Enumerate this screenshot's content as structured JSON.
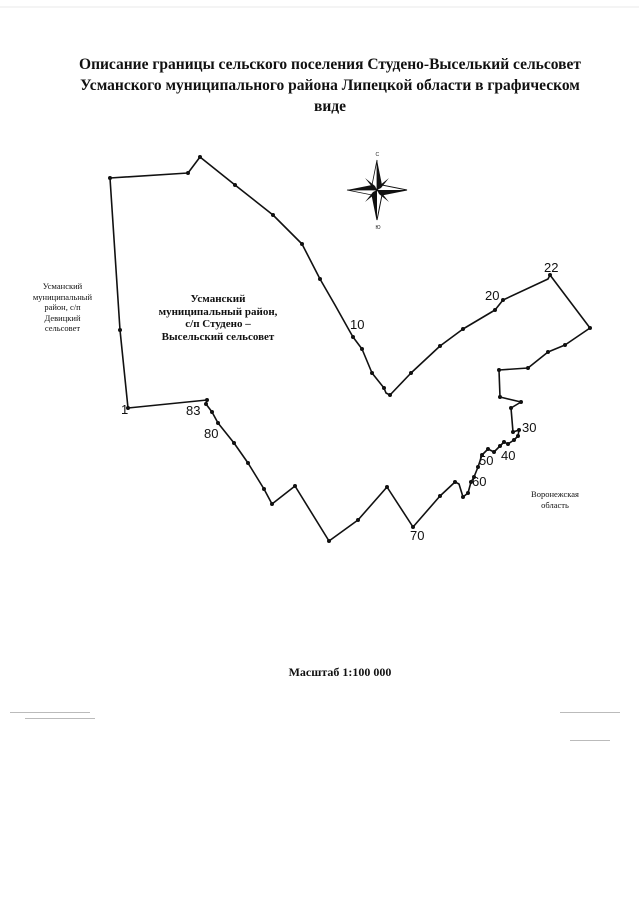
{
  "title": {
    "line1": "Описание границы сельского поселения Студено-Выселький сельсовет",
    "line2": "Усманского муниципального района Липецкой области в графическом",
    "line3": "виде"
  },
  "labels": {
    "left_neighbor": [
      "Усманский",
      "муниципальный",
      "район, с/п",
      "Девицкий",
      "сельсовет"
    ],
    "settlement": [
      "Усманский",
      "муниципальный район,",
      "с/п Студено –",
      "Высельский сельсовет"
    ],
    "right_neighbor": [
      "Воронежская",
      "область"
    ]
  },
  "point_labels": [
    "1",
    "10",
    "20",
    "22",
    "30",
    "40",
    "50",
    "60",
    "70",
    "80",
    "83"
  ],
  "compass": {
    "north": "С",
    "south": "Ю"
  },
  "scale": "Масштаб 1:100 000",
  "colors": {
    "boundary": "#111111",
    "point": "#111111"
  }
}
